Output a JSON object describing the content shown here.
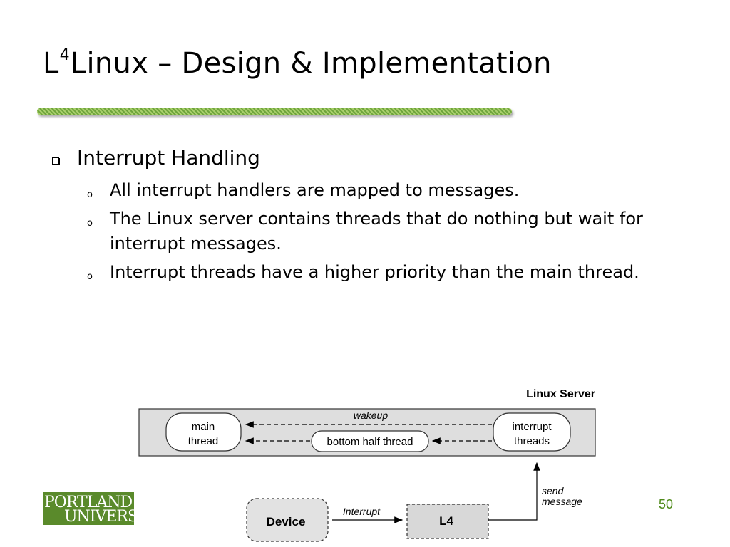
{
  "slide": {
    "title_prefix": "L",
    "title_sup": "4",
    "title_rest": "Linux – Design & Implementation",
    "heading": "Interrupt Handling",
    "bullets": [
      "All interrupt handlers are mapped to messages.",
      "The Linux server contains threads that do nothing but wait for interrupt messages.",
      "Interrupt threads have a higher priority than the main thread."
    ],
    "sub_bullet_glyph": "o",
    "page_number": "50"
  },
  "diagram": {
    "server_label": "Linux Server",
    "main_thread_line1": "main",
    "main_thread_line2": "thread",
    "bottom_half": "bottom half thread",
    "interrupt_line1": "interrupt",
    "interrupt_line2": "threads",
    "wakeup": "wakeup",
    "device": "Device",
    "interrupt_arrow": "Interrupt",
    "l4": "L4",
    "send_line1": "send",
    "send_line2": "message"
  },
  "logo": {
    "line1": "PORTLAND S",
    "line2": "UNIVERSI"
  },
  "colors": {
    "accent_green": "#6ea43c",
    "page_number": "#4f8a1a",
    "logo_bg": "#5a8a2b"
  }
}
